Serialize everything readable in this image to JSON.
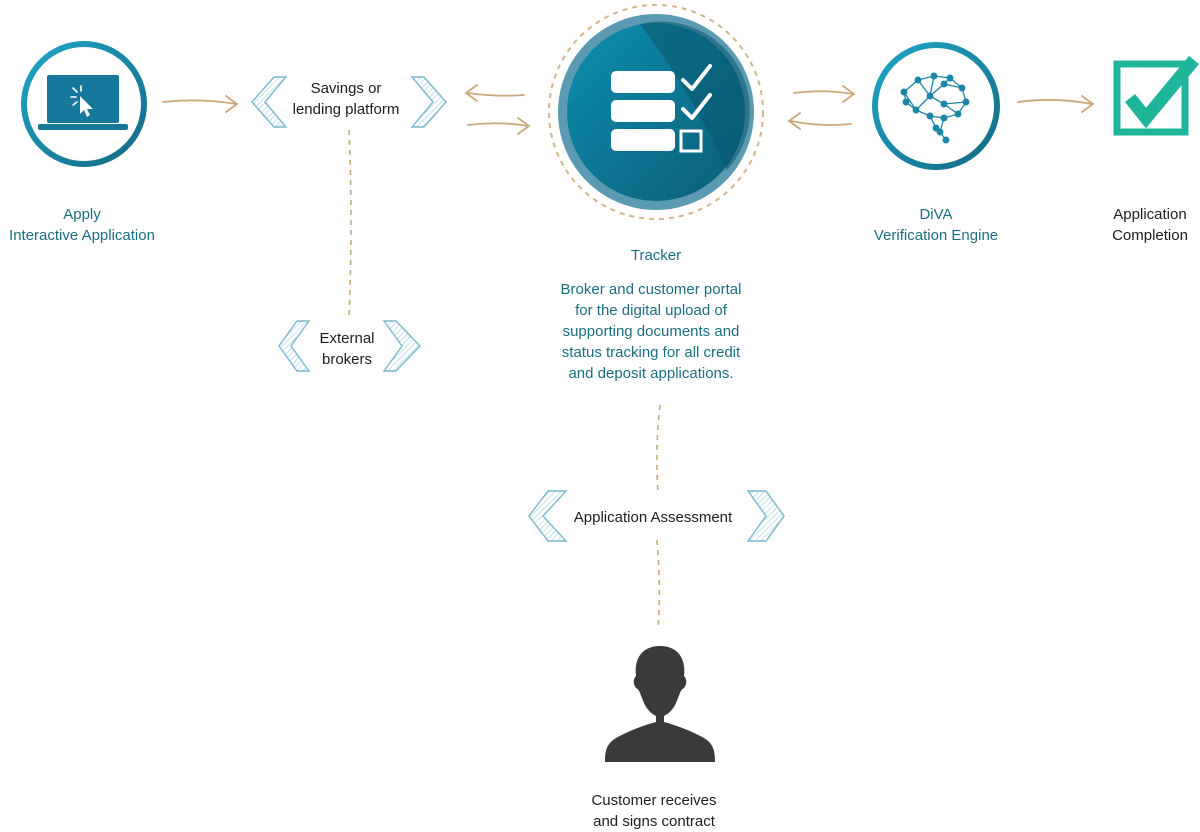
{
  "nodes": {
    "apply": {
      "line1": "Apply",
      "line2": "Interactive Application",
      "icon": "laptop-cursor-icon"
    },
    "platform": {
      "line1": "Savings or",
      "line2": "lending platform"
    },
    "brokers": {
      "line1": "External",
      "line2": "brokers"
    },
    "tracker": {
      "title": "Tracker",
      "desc1": "Broker and customer portal",
      "desc2": "for the digital upload of",
      "desc3": "supporting documents and",
      "desc4": "status tracking for all credit",
      "desc5": "and deposit applications.",
      "icon": "checklist-icon"
    },
    "diva": {
      "line1": "DiVA",
      "line2": "Verification Engine",
      "icon": "brain-network-icon"
    },
    "completion": {
      "line1": "Application",
      "line2": "Completion",
      "icon": "checkbox-icon"
    },
    "assessment": {
      "label": "Application Assessment"
    },
    "customer": {
      "line1": "Customer receives",
      "line2": "and signs contract",
      "icon": "person-silhouette-icon"
    }
  },
  "colors": {
    "teal": "#1a6f7f",
    "teal_light": "#1596b5",
    "accent_green": "#1fb59a",
    "arrow_tan": "#c9a97a",
    "chevron_blue": "#8ec9dc",
    "person": "#3a3a3a"
  }
}
